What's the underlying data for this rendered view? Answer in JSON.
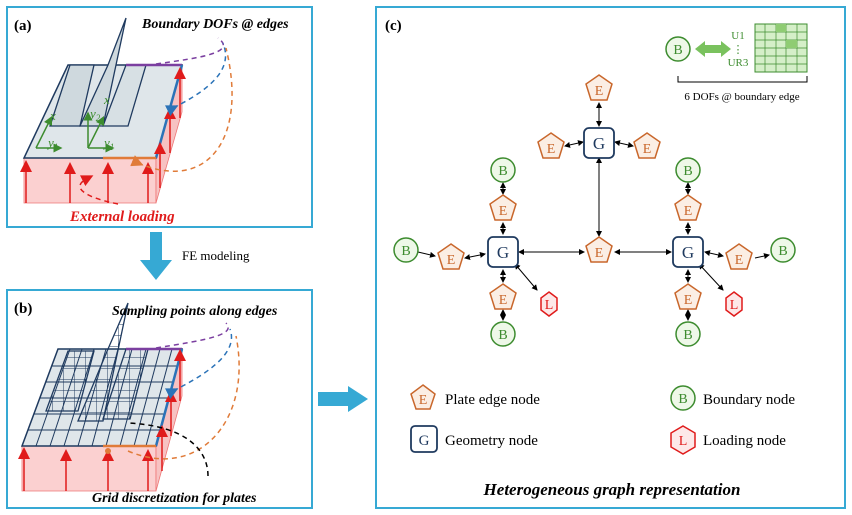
{
  "panel_a": {
    "tag": "(a)",
    "title": "Boundary DOFs @ edges",
    "loading_label": "External loading",
    "axes": {
      "x": "x",
      "y1": "y",
      "y1_sub": "1",
      "y2": "y",
      "y2_sub": "2"
    }
  },
  "arrow_label": "FE modeling",
  "panel_b": {
    "tag": "(b)",
    "title": "Sampling points along edges",
    "bottom_label": "Grid discretization for plates"
  },
  "panel_c": {
    "tag": "(c)",
    "dof_box": {
      "node": "B",
      "top": "U1",
      "dots": "⋮",
      "bottom": "UR3",
      "caption": "6 DOFs @ boundary edge"
    },
    "node_letters": {
      "plate_edge": "E",
      "geometry": "G",
      "boundary": "B",
      "loading": "L"
    },
    "legend": [
      {
        "symbol": "E",
        "label": "Plate edge node"
      },
      {
        "symbol": "B",
        "label": "Boundary node"
      },
      {
        "symbol": "G",
        "label": "Geometry node"
      },
      {
        "symbol": "L",
        "label": "Loading node"
      }
    ],
    "caption": "Heterogeneous graph representation"
  },
  "colors": {
    "panel_border": "#36a9d4",
    "edge_node": "#c9672c",
    "edge_fill": "#fbeee4",
    "boundary_node": "#3d8c2f",
    "boundary_fill": "#eef8e8",
    "geometry_node": "#1f3a5f",
    "loading_node": "#e01b1b",
    "loading_fill": "#fde8e8",
    "load_arrows": "#e01b1b",
    "plate_fill": "#dfe6ea",
    "grid_color": "#1f3a5f",
    "pink_face": "#fbd0d0"
  }
}
